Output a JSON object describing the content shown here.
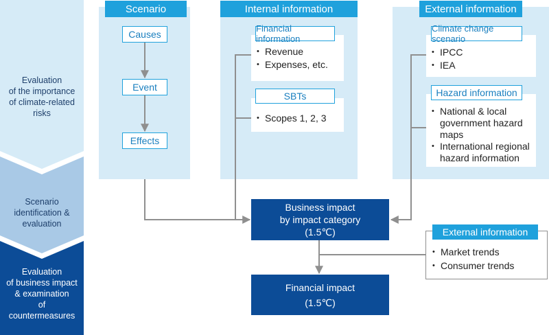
{
  "stages": [
    {
      "lines": [
        "Evaluation",
        "of the importance",
        "of climate-related",
        "risks"
      ],
      "color": "#d6ebf7"
    },
    {
      "lines": [
        "Scenario",
        "identification &",
        "evaluation"
      ],
      "color": "#a9c9e6"
    },
    {
      "lines": [
        "Evaluation",
        "of business impact",
        "& examination",
        "of countermeasures"
      ],
      "color": "#0c4c97"
    }
  ],
  "scenario": {
    "header": "Scenario",
    "causes": "Causes",
    "event": "Event",
    "effects": "Effects"
  },
  "internal": {
    "header": "Internal information",
    "financial_label": "Financial information",
    "financial_items": [
      "Revenue",
      "Expenses, etc."
    ],
    "sbts_label": "SBTs",
    "sbts_items": [
      "Scopes 1, 2, 3"
    ]
  },
  "external": {
    "header": "External information",
    "climate_label": "Climate change scenario",
    "climate_items": [
      "IPCC",
      "IEA"
    ],
    "hazard_label": "Hazard information",
    "hazard_items": [
      "National & local government hazard maps",
      "International regional hazard information"
    ]
  },
  "business_impact": {
    "lines": [
      "Business impact",
      "by impact category",
      "(1.5℃)"
    ]
  },
  "external2": {
    "header": "External information",
    "items": [
      "Market trends",
      "Consumer trends"
    ]
  },
  "financial_impact": {
    "lines": [
      "Financial impact",
      "(1.5℃)"
    ]
  },
  "colors": {
    "accent": "#1fa1dc",
    "panel": "#d6ebf7",
    "dark": "#0c4c97",
    "connector": "#8f8f8f"
  }
}
